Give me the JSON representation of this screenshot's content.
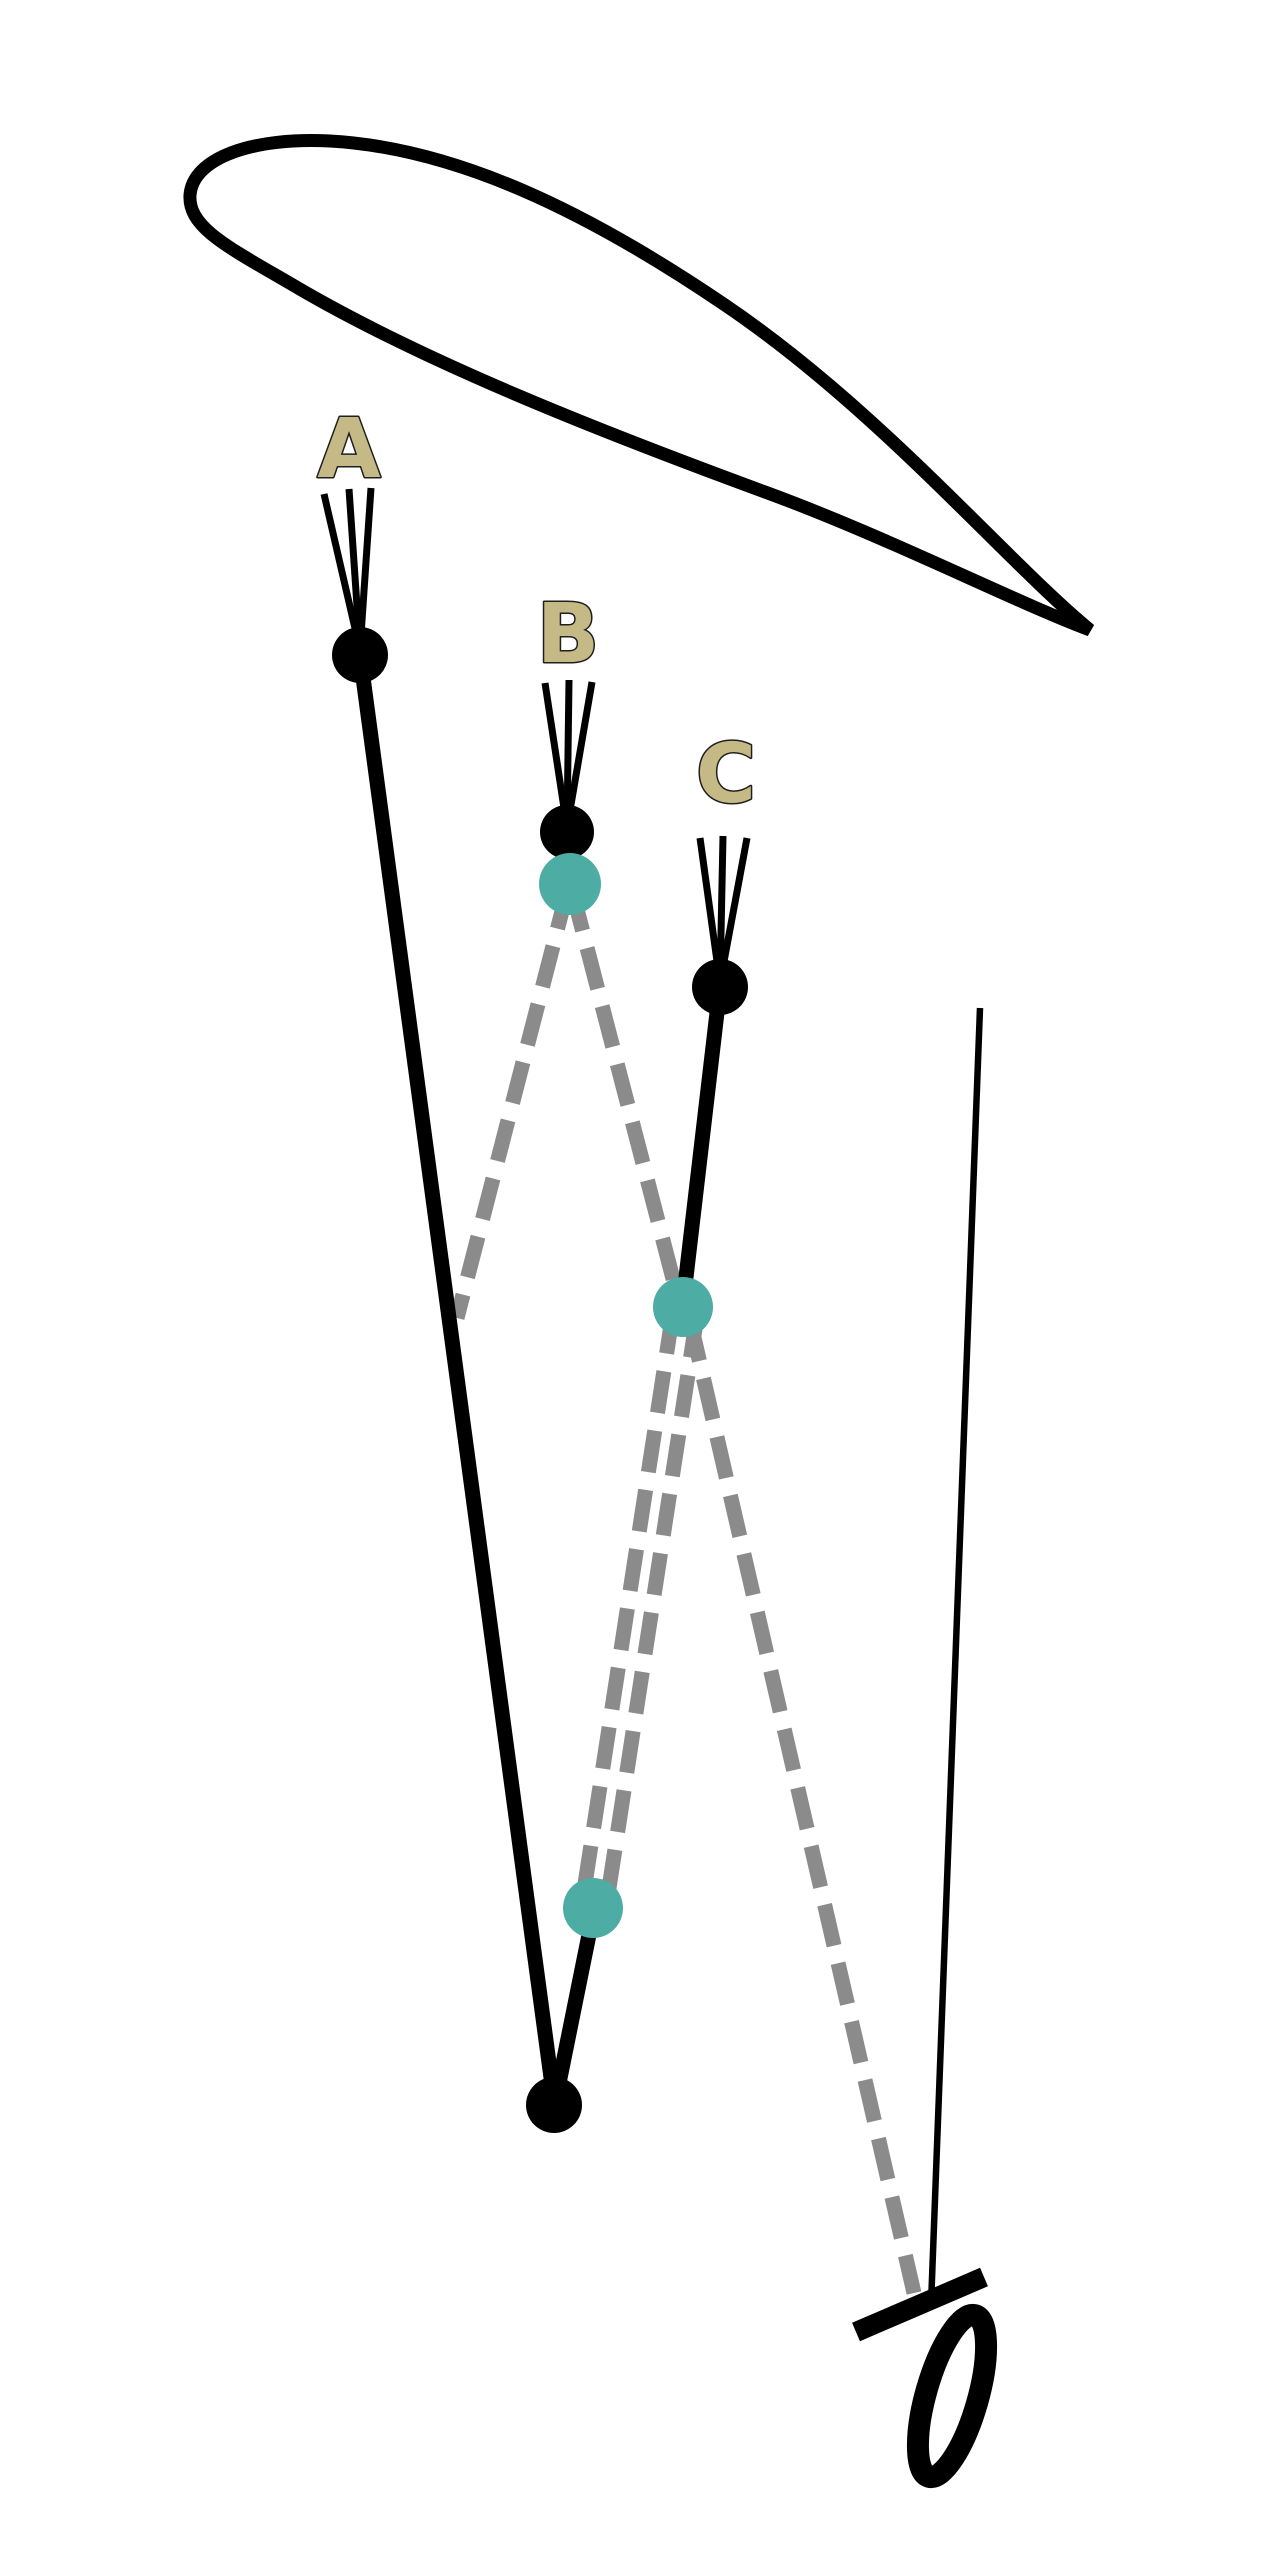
{
  "diagram": {
    "background_color": "#ffffff",
    "riser_labels": [
      {
        "text": "A"
      },
      {
        "text": "B"
      },
      {
        "text": "C"
      }
    ],
    "colors": {
      "label_fill": "#c5b985",
      "label_outline": "#1f1f1f",
      "line_black": "#000000",
      "dashed_gray": "#8b8b8b",
      "pulley_teal": "#4daca4"
    }
  }
}
